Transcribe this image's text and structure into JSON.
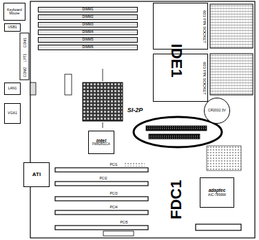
{
  "diagram": {
    "nodes": [
      {
        "text": [
          "Keyboard Mouse"
        ]
      },
      {
        "text": [
          "USB1"
        ]
      },
      {
        "text": [
          "LAN1"
        ]
      },
      {
        "text": [
          "VGA1"
        ]
      },
      {
        "text": [
          "DIMM1"
        ]
      },
      {
        "text": [
          "DIMM2"
        ]
      },
      {
        "text": [
          "DIMM3"
        ]
      },
      {
        "text": [
          "DIMM4"
        ]
      },
      {
        "text": [
          "DIMM5"
        ]
      },
      {
        "text": [
          "DIMM6"
        ]
      },
      {
        "text": [
          "603 PIN SOCKET"
        ]
      },
      {
        "text": [
          "603 PIN SOCKET"
        ]
      },
      {
        "text": [
          "intel",
          "FW82801CA"
        ]
      },
      {
        "text": [
          "ATI"
        ]
      },
      {
        "text": [
          "CR2032 3V"
        ]
      },
      {
        "text": [
          "adaptec",
          "AIC-7899W"
        ]
      },
      {
        "text": [
          "IDE1"
        ]
      },
      {
        "text": [
          "FDC1"
        ]
      }
    ],
    "labels": [
      "COM1",
      "LPT1",
      "COM2",
      "SI-2P",
      "PCI1",
      "PCI2",
      "PCI3",
      "PCI4",
      "PCI5"
    ]
  }
}
